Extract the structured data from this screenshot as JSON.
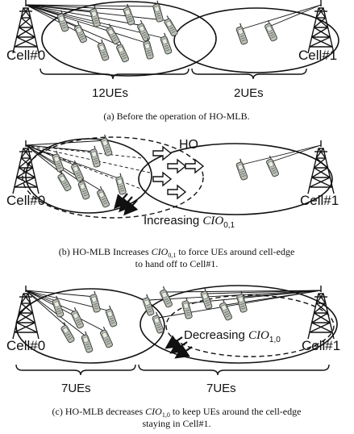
{
  "panel_a": {
    "cell_left": "Cell#0",
    "cell_right": "Cell#1",
    "count_left": "12UEs",
    "count_right": "2UEs",
    "caption": "(a) Before the operation of HO-MLB."
  },
  "panel_b": {
    "cell_left": "Cell#0",
    "cell_right": "Cell#1",
    "ho_label": "HO",
    "increasing_label": "Increasing ",
    "cio_sym": "CIO",
    "cio_sub": "0,1",
    "caption_line1_a": "(b) HO-MLB Increases ",
    "caption_line1_sym": "CIO",
    "caption_line1_sub": "0,1",
    "caption_line1_b": " to force UEs around cell-edge",
    "caption_line2": "to hand off to Cell#1."
  },
  "panel_c": {
    "cell_left": "Cell#0",
    "cell_right": "Cell#1",
    "decreasing_label": "Decreasing ",
    "cio_sym": "CIO",
    "cio_sub": "1,0",
    "count_left": "7UEs",
    "count_right": "7UEs",
    "caption_line1_a": "(c) HO-MLB decreases ",
    "caption_line1_sym": "CIO",
    "caption_line1_sub": "1,0",
    "caption_line1_b": " to keep UEs around the cell-edge",
    "caption_line2": "staying in Cell#1."
  }
}
